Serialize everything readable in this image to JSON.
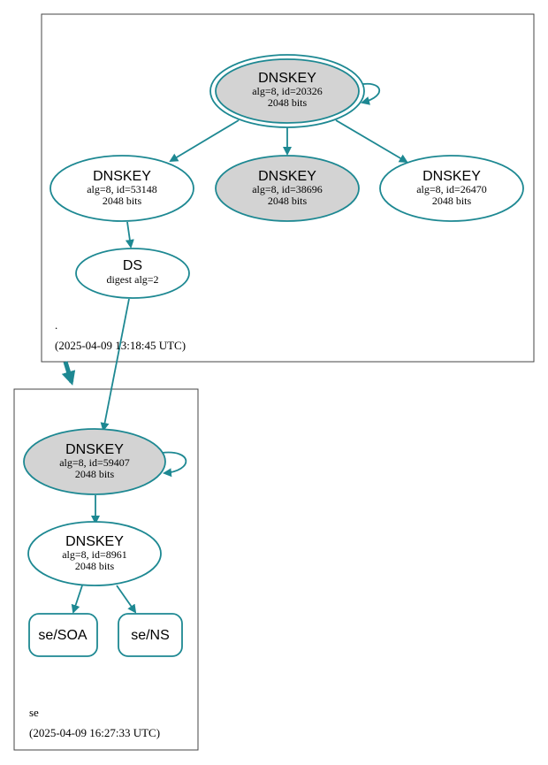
{
  "zones": {
    "root": {
      "label": ".",
      "timestamp": "(2025-04-09 13:18:45 UTC)"
    },
    "se": {
      "label": "se",
      "timestamp": "(2025-04-09 16:27:33 UTC)"
    }
  },
  "nodes": {
    "root_ksk": {
      "title": "DNSKEY",
      "line1": "alg=8, id=20326",
      "line2": "2048 bits"
    },
    "root_zsk1": {
      "title": "DNSKEY",
      "line1": "alg=8, id=53148",
      "line2": "2048 bits"
    },
    "root_zsk2": {
      "title": "DNSKEY",
      "line1": "alg=8, id=38696",
      "line2": "2048 bits"
    },
    "root_zsk3": {
      "title": "DNSKEY",
      "line1": "alg=8, id=26470",
      "line2": "2048 bits"
    },
    "root_ds": {
      "title": "DS",
      "line1": "digest alg=2"
    },
    "se_ksk": {
      "title": "DNSKEY",
      "line1": "alg=8, id=59407",
      "line2": "2048 bits"
    },
    "se_zsk": {
      "title": "DNSKEY",
      "line1": "alg=8, id=8961",
      "line2": "2048 bits"
    },
    "se_soa": {
      "title": "se/SOA"
    },
    "se_ns": {
      "title": "se/NS"
    }
  },
  "colors": {
    "edge": "#1d8892",
    "key_fill": "#d3d3d3"
  }
}
